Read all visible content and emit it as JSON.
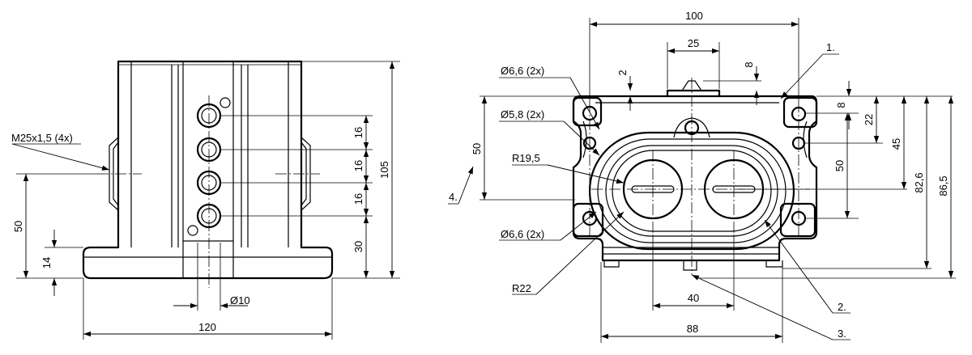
{
  "side_view": {
    "thread_label": "M25x1,5 (4x)",
    "dims": {
      "d105": "105",
      "d50": "50",
      "d14": "14",
      "d16a": "16",
      "d16b": "16",
      "d16c": "16",
      "d30": "30",
      "dia10": "Ø10",
      "d120": "120"
    }
  },
  "front_view": {
    "holes_top": "Ø6,6 (2x)",
    "holes_mid": "Ø5,8 (2x)",
    "holes_bottom": "Ø6,6 (2x)",
    "radius_small": "R19,5",
    "radius_large": "R22",
    "dims": {
      "d100": "100",
      "d25": "25",
      "d2": "2",
      "d8top": "8",
      "d50left": "50",
      "d8right": "8",
      "d22": "22",
      "d45": "45",
      "d50right": "50",
      "d82_6": "82,6",
      "d86_5": "86,5",
      "d40": "40",
      "d88": "88"
    },
    "callouts": {
      "c1": "1.",
      "c2": "2.",
      "c3": "3.",
      "c4": "4."
    }
  }
}
